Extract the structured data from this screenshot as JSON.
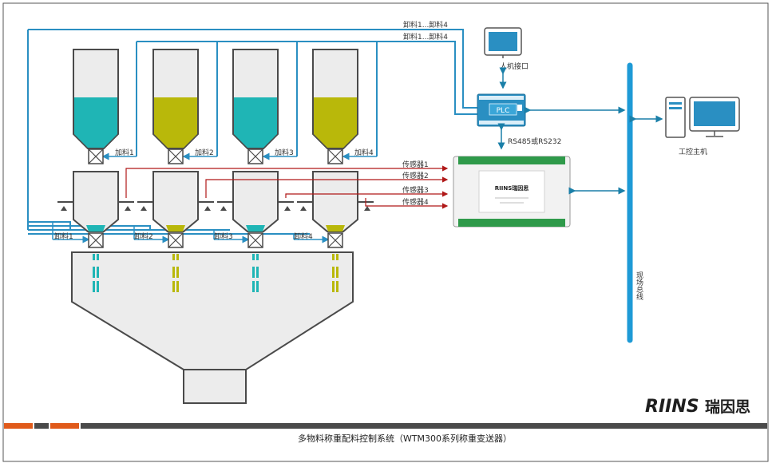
{
  "caption": "多物料称重配料控制系统（WTM300系列称重变送器）",
  "logo": {
    "mark": "RIINS",
    "name": "瑞因思"
  },
  "colors": {
    "teal": "#1fb5b5",
    "olive": "#b9b80a",
    "signal_blue": "#2a8fc2",
    "sensor_red": "#b01818",
    "bus_blue": "#1e9ad6",
    "bar_orange": "#e05a1a",
    "bar_gray": "#4a4a4a"
  },
  "labels": {
    "top_unload_1": "卸料1...卸料4",
    "top_unload_2": "卸料1...卸料4",
    "hmi": "人机接口",
    "plc": "PLC",
    "rs485": "RS485或RS232",
    "ipc": "工控主机",
    "fieldbus": "现场总线",
    "transmitter": "RIINS瑞因思"
  },
  "silos": [
    {
      "feed_label": "加料1",
      "material": "teal"
    },
    {
      "feed_label": "加料2",
      "material": "olive"
    },
    {
      "feed_label": "加料3",
      "material": "teal"
    },
    {
      "feed_label": "加料4",
      "material": "olive"
    }
  ],
  "weigh_hoppers": [
    {
      "unload_label": "卸料1",
      "sensor_label": "传感器1",
      "material": "teal"
    },
    {
      "unload_label": "卸料2",
      "sensor_label": "传感器2",
      "material": "olive"
    },
    {
      "unload_label": "卸料3",
      "sensor_label": "传感器3",
      "material": "teal"
    },
    {
      "unload_label": "卸料4",
      "sensor_label": "传感器4",
      "material": "olive"
    }
  ]
}
